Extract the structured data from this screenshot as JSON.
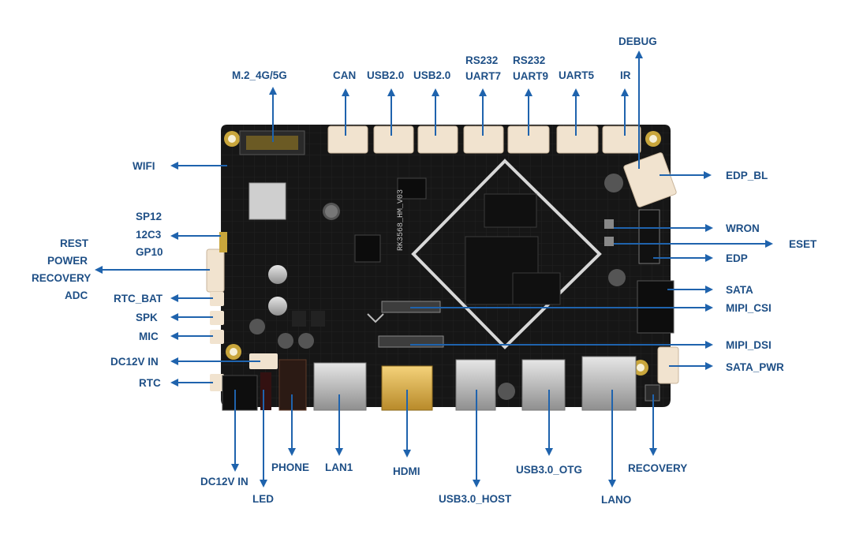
{
  "colors": {
    "label": "#1e4f86",
    "arrow": "#1f63ad",
    "board": "#161616",
    "silkscreen": "#bdbdbd"
  },
  "board": {
    "model_text": "RK3568_HM_V03"
  },
  "labels": {
    "m2": "M.2_4G/5G",
    "can": "CAN",
    "usb20_a": "USB2.0",
    "usb20_b": "USB2.0",
    "rs232_uart7_l1": "RS232",
    "rs232_uart7_l2": "UART7",
    "rs232_uart9_l1": "RS232",
    "rs232_uart9_l2": "UART9",
    "uart5": "UART5",
    "ir": "IR",
    "debug": "DEBUG",
    "wifi": "WIFI",
    "sp12": "SP12",
    "i2c3": "12C3",
    "gp10": "GP10",
    "rest": "REST",
    "power": "POWER",
    "recovery_left": "RECOVERY",
    "adc": "ADC",
    "rtc_bat": "RTC_BAT",
    "spk": "SPK",
    "mic": "MIC",
    "dc12v_in_left": "DC12V IN",
    "rtc": "RTC",
    "edp_bl": "EDP_BL",
    "wron": "WRON",
    "eset": "ESET",
    "edp": "EDP",
    "sata": "SATA",
    "mipi_csi": "MIPI_CSI",
    "mipi_dsi": "MIPI_DSI",
    "sata_pwr": "SATA_PWR",
    "dc12v_in_bottom": "DC12V IN",
    "led": "LED",
    "phone": "PHONE",
    "lan1": "LAN1",
    "hdmi": "HDMI",
    "usb30_host": "USB3.0_HOST",
    "usb30_otg": "USB3.0_OTG",
    "lan0": "LANO",
    "recovery_bottom": "RECOVERY"
  }
}
